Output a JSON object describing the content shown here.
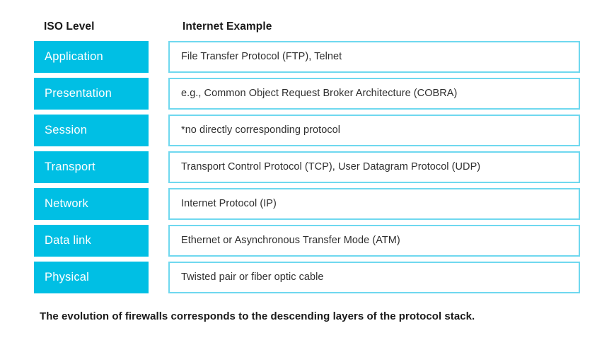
{
  "headers": {
    "level_column": "ISO Level",
    "example_column": "Internet Example"
  },
  "colors": {
    "level_block_fill": "#00bfe4",
    "level_block_text": "#ffffff",
    "example_box_border": "#6fd8ef",
    "example_box_fill": "#ffffff",
    "example_text": "#2f2f2f",
    "page_background": "#ffffff",
    "caption_text": "#1a1a1a"
  },
  "rows": [
    {
      "level": "Application",
      "example": "File Transfer Protocol (FTP), Telnet"
    },
    {
      "level": "Presentation",
      "example": "e.g., Common Object Request Broker Architecture (COBRA)"
    },
    {
      "level": "Session",
      "example": "*no directly corresponding protocol"
    },
    {
      "level": "Transport",
      "example": "Transport Control Protocol (TCP), User Datagram Protocol (UDP)"
    },
    {
      "level": "Network",
      "example": "Internet Protocol (IP)"
    },
    {
      "level": "Data link",
      "example": "Ethernet or Asynchronous Transfer Mode (ATM)"
    },
    {
      "level": "Physical",
      "example": "Twisted pair or fiber optic cable"
    }
  ],
  "caption": "The evolution of firewalls corresponds to the descending layers of the protocol stack."
}
